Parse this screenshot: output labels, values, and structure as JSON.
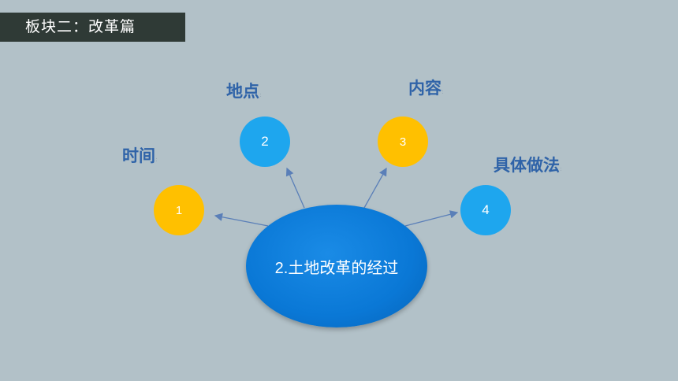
{
  "header": {
    "title": "板块二：改革篇"
  },
  "diagram": {
    "center_text": "2.土地改革的经过",
    "nodes": [
      {
        "number": "1",
        "label": "时间",
        "colon": ":",
        "color": "#ffc000"
      },
      {
        "number": "2",
        "label": "地点",
        "colon": ":",
        "color": "#1ea6ee"
      },
      {
        "number": "3",
        "label": "内容",
        "colon": ":",
        "color": "#ffc000"
      },
      {
        "number": "4",
        "label": "具体做法",
        "colon": ":",
        "color": "#1ea6ee"
      }
    ]
  }
}
